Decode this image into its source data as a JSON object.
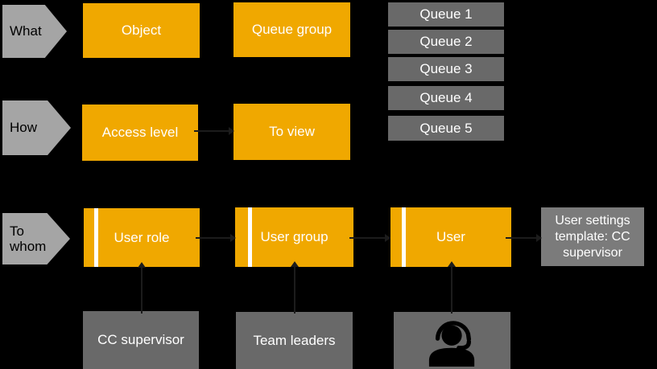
{
  "diagram": {
    "row_what": {
      "arrow_label": "What",
      "object_label": "Object",
      "queue_group_label": "Queue group"
    },
    "queue_list": [
      "Queue 1",
      "Queue 2",
      "Queue 3",
      "Queue 4",
      "Queue 5"
    ],
    "row_how": {
      "arrow_label": "How",
      "access_level_label": "Access level",
      "to_view_label": "To view"
    },
    "row_to_whom": {
      "arrow_label": "To whom",
      "user_role_label": "User role",
      "user_group_label": "User group",
      "user_label": "User",
      "template_label": "User settings template: CC supervisor"
    },
    "row_examples": {
      "cc_supervisor_label": "CC supervisor",
      "team_leaders_label": "Team leaders",
      "agent_icon": "agent-headset-icon"
    }
  },
  "colors": {
    "background": "#000000",
    "highlight_orange": "#F0A800",
    "arrow_gray": "#A5A5A5",
    "item_gray": "#696969",
    "template_gray": "#7B7B7B",
    "box_text": "#FFFFFF",
    "arrow_text": "#000000"
  }
}
